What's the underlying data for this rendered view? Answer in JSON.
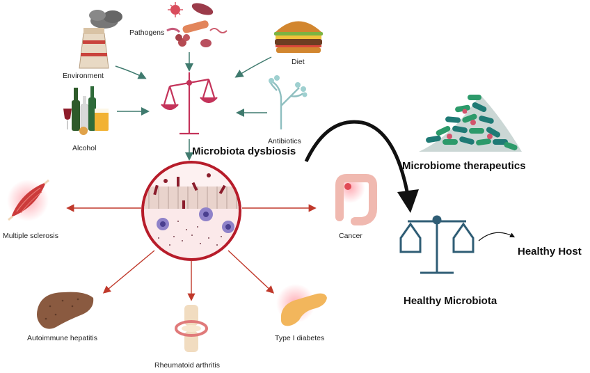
{
  "factors": {
    "environment": "Environment",
    "pathogens": "Pathogens",
    "diet": "Diet",
    "alcohol": "Alcohol",
    "antibiotics": "Antibiotics"
  },
  "dysbiosis_label": "Microbiota dysbiosis",
  "diseases": {
    "multiple_sclerosis": "Multiple sclerosis",
    "cancer": "Cancer",
    "autoimmune_hepatitis": "Autoimmune hepatitis",
    "rheumatoid_arthritis": "Rheumatoid arthritis",
    "type1_diabetes": "Type I diabetes"
  },
  "therapeutics_label": "Microbiome therapeutics",
  "healthy_microbiota_label": "Healthy Microbiota",
  "healthy_host_label": "Healthy Host",
  "colors": {
    "factor_arrow": "#3f7a6e",
    "disease_arrow": "#c0392b",
    "scale_red": "#c4335a",
    "healthy_scale": "#2f5d75",
    "black_arrow": "#111111"
  }
}
